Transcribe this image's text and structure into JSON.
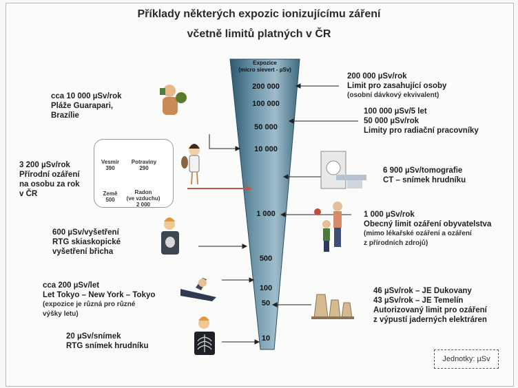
{
  "title": {
    "line1": "Příklady některých expozic ionizujícímu záření",
    "line2": "včetně limitů platných v ČR"
  },
  "axis": {
    "header": "Expozice",
    "subheader": "(micro sievert - µSv)",
    "ticks": [
      "200 000",
      "100 000",
      "50 000",
      "10 000",
      "1 000",
      "500",
      "100",
      "50",
      "10"
    ]
  },
  "natural_sources": [
    {
      "label": "Vesmír",
      "value": "390"
    },
    {
      "label": "Potraviny",
      "value": "290"
    },
    {
      "label": "Země",
      "value": "500"
    },
    {
      "label": "Radon",
      "sublabel": "(ve vzduchu)",
      "value": "2 000"
    }
  ],
  "left": [
    {
      "lines": [
        "cca 10 000 µSv/rok",
        "Pláže Guarapari,",
        "Brazílie"
      ]
    },
    {
      "lines": [
        "3 200 µSv/rok",
        "Přírodní ozáření",
        "na osobu za rok",
        "v ČR"
      ]
    },
    {
      "lines": [
        "600 µSv/vyšetření",
        "RTG skiaskopické",
        "vyšetření břicha"
      ]
    },
    {
      "lines": [
        "cca 200 µSv/let",
        "Let Tokyo – New York – Tokyo",
        "(expozice je různá pro různé",
        "výšky letu)"
      ]
    },
    {
      "lines": [
        "20 µSv/snímek",
        "RTG snímek hrudníku"
      ]
    }
  ],
  "right": [
    {
      "lines": [
        "200 000 µSv/rok",
        "Limit pro zasahující osoby",
        "(osobní dávkový ekvivalent)"
      ]
    },
    {
      "lines": [
        "100 000 µSv/5 let",
        "50 000 µSv/rok",
        "Limity pro radiační pracovníky"
      ]
    },
    {
      "lines": [
        "6 900 µSv/tomografie",
        "CT – snímek hrudníku"
      ]
    },
    {
      "lines": [
        "1 000 µSv/rok",
        "Obecný limit ozáření obyvatelstva",
        "(mimo lékařské ozáření a ozáření",
        "z přírodních zdrojů)"
      ]
    },
    {
      "lines": [
        "46 µSv/rok – JE Dukovany",
        "43 µSv/rok – JE Temelín",
        "Autorizovaný limit pro ozáření",
        "z výpustí jaderných elektráren"
      ]
    }
  ],
  "units": "Jednotky: µSv"
}
